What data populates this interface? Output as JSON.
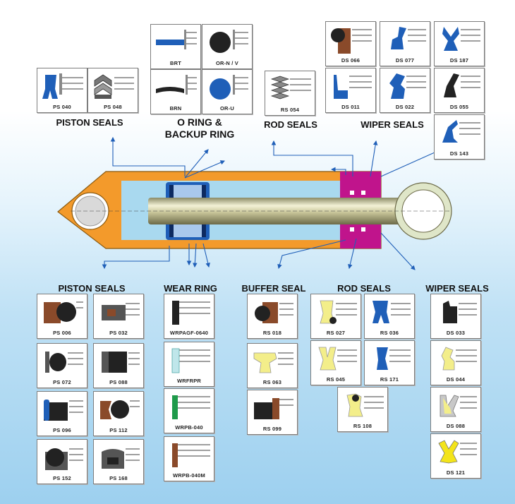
{
  "top_headings": {
    "piston_seals": "PISTON SEALS",
    "o_ring_line1": "O RING &",
    "o_ring_line2": "BACKUP RING",
    "rod_seals": "ROD SEALS",
    "wiper_seals": "WIPER SEALS"
  },
  "bottom_headings": {
    "piston_seals": "PISTON SEALS",
    "wear_ring": "WEAR RING",
    "buffer_seal": "BUFFER SEAL",
    "rod_seals": "ROD SEALS",
    "wiper_seals": "WIPER SEALS"
  },
  "top_cards": {
    "ps040": "PS 040",
    "ps048": "PS 048",
    "brt": "BRT",
    "orn": "OR-N / V",
    "brn": "BRN",
    "oru": "OR-U",
    "rs054": "RS 054",
    "ds066": "DS 066",
    "ds077": "DS 077",
    "ds187": "DS 187",
    "ds011": "DS 011",
    "ds022": "DS 022",
    "ds055": "DS 055",
    "ds143": "DS 143"
  },
  "bottom_cards": {
    "ps006": "PS 006",
    "ps032": "PS 032",
    "ps072": "PS 072",
    "ps088": "PS 088",
    "ps096": "PS 096",
    "ps112": "PS 112",
    "ps152": "PS 152",
    "ps168": "PS 168",
    "wrpagf": "WRPAGF-0640",
    "wrfrpr": "WRFRPR",
    "wrpb040": "WRPB-040",
    "wrpb040m": "WRPB-040M",
    "rs018": "RS 018",
    "rs063": "RS 063",
    "rs099": "RS 099",
    "rs027": "RS 027",
    "rs036": "RS 036",
    "rs045": "RS 045",
    "rs171": "RS 171",
    "rs108": "RS 108",
    "ds033": "DS 033",
    "ds044": "DS 044",
    "ds088": "DS 088",
    "ds121": "DS 121"
  },
  "colors": {
    "blue_seal": "#1f5fb8",
    "black_seal": "#222222",
    "brown_seal": "#8a4a2a",
    "yellow_seal": "#f3ee8a",
    "green_ring": "#1e9a4a",
    "barrel_orange": "#f39a2b",
    "gland_magenta": "#c0148c",
    "chamber_blue": "#a9d9ef"
  },
  "icons": [
    "seal-profile-icon",
    "cylinder-cutaway-icon",
    "leader-arrow-icon"
  ]
}
